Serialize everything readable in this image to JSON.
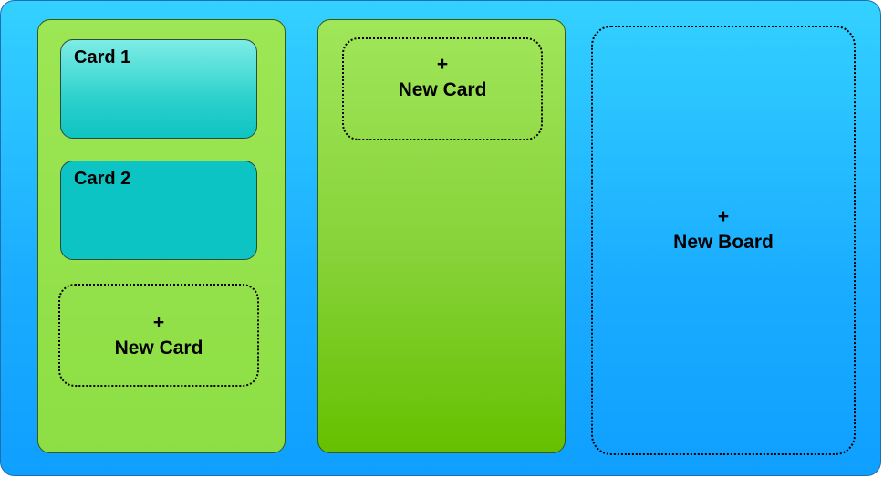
{
  "boards": [
    {
      "cards": [
        {
          "title": "Card 1"
        },
        {
          "title": "Card 2"
        }
      ],
      "new_card": {
        "plus": "+",
        "label": "New Card"
      }
    },
    {
      "cards": [],
      "new_card": {
        "plus": "+",
        "label": "New Card"
      }
    }
  ],
  "new_board": {
    "plus": "+",
    "label": "New Board"
  },
  "colors": {
    "workspace": "#1aacff",
    "board": "#8dde44",
    "card": "#0cc4c4"
  }
}
